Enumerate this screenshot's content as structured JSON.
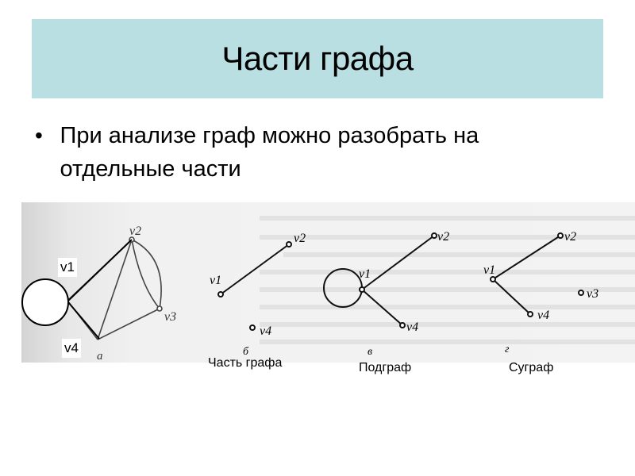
{
  "slide": {
    "title": "Части графа",
    "bullets": [
      {
        "symbol": "•",
        "text": "При анализе граф можно разобрать на отдельные части"
      }
    ]
  },
  "figure": {
    "overlay_labels": {
      "v1": "v1",
      "v4": "v4"
    },
    "panels": [
      {
        "id": "a",
        "letter": "a",
        "caption": "",
        "vertices": [
          "v2",
          "v3"
        ]
      },
      {
        "id": "b",
        "letter": "б",
        "caption": "Часть графа",
        "vertices": [
          "v1",
          "v2",
          "v4"
        ]
      },
      {
        "id": "v",
        "letter": "в",
        "caption": "Подграф",
        "vertices": [
          "v1",
          "v2",
          "v4"
        ]
      },
      {
        "id": "g",
        "letter": "г",
        "caption": "Суграф",
        "vertices": [
          "v1",
          "v2",
          "v3",
          "v4"
        ]
      }
    ],
    "vertex_labels": {
      "a_v2": "v2",
      "a_v3": "v3",
      "b_v1": "v1",
      "b_v2": "v2",
      "b_v4": "v4",
      "v_v1": "v1",
      "v_v2": "v2",
      "v_v4": "v4",
      "g_v1": "v1",
      "g_v2": "v2",
      "g_v3": "v3",
      "g_v4": "v4"
    }
  }
}
